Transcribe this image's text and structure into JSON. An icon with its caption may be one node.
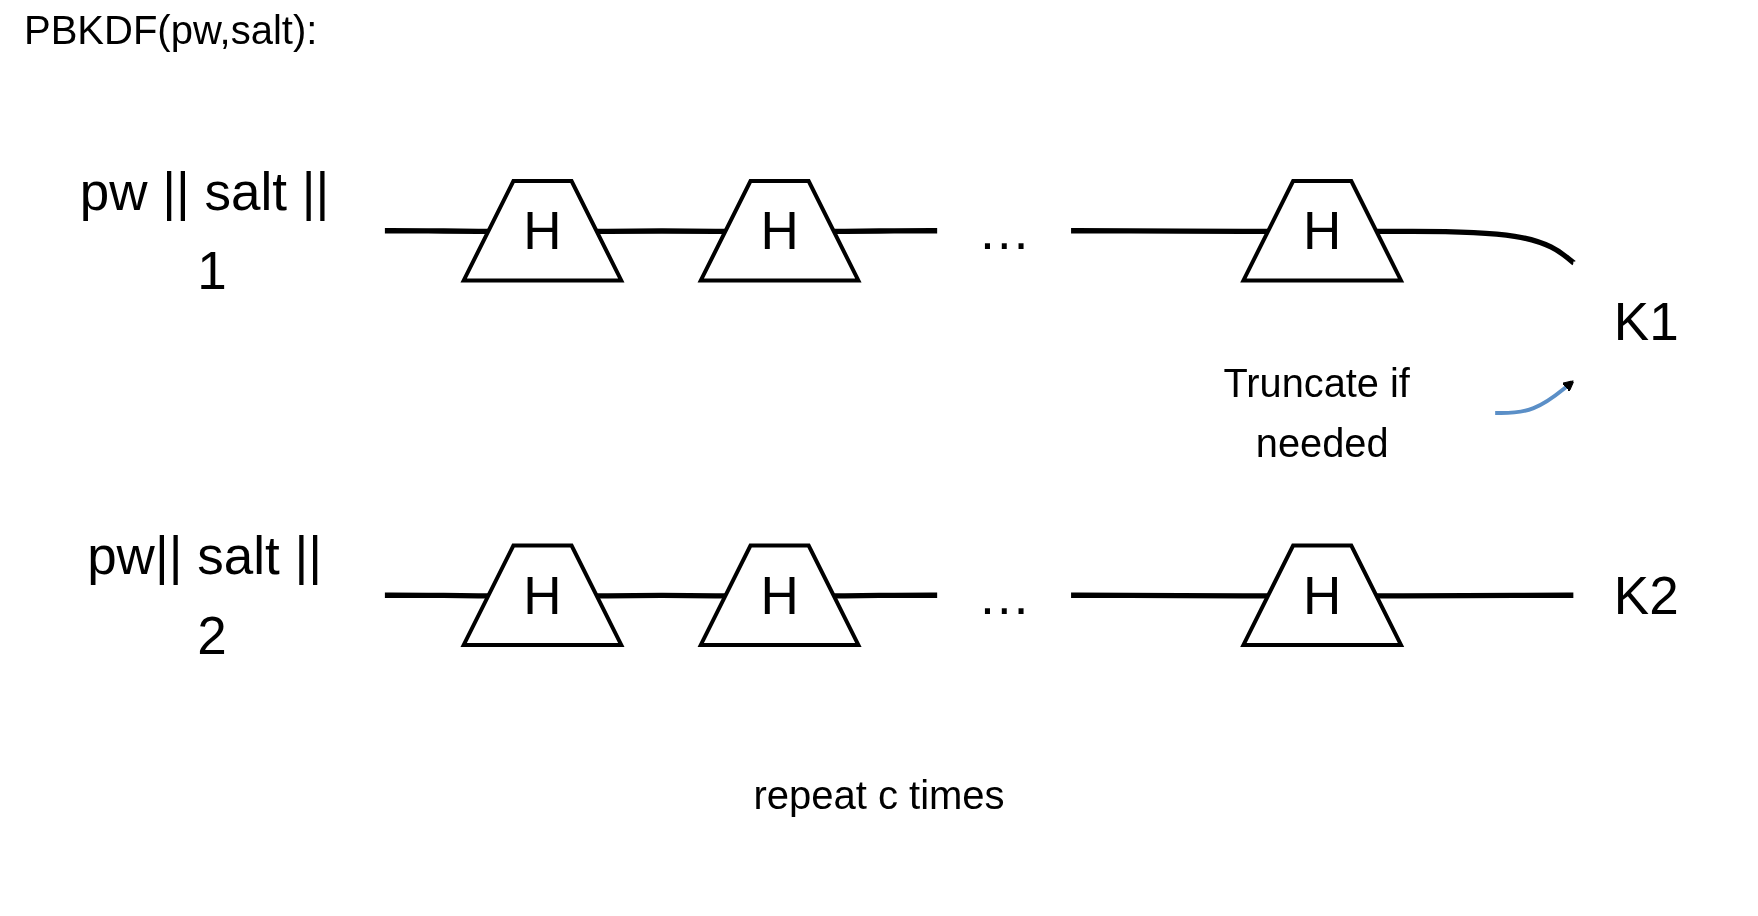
{
  "diagram": {
    "title": "PBKDF(pw,salt):",
    "nodes": [
      {
        "text": [
          "pw || salt || 1"
        ]
      },
      {
        "text": [
          "H"
        ]
      },
      {
        "text": [
          "H"
        ]
      },
      {
        "text": [
          "…"
        ]
      },
      {
        "text": [
          "H"
        ]
      },
      {
        "text": [
          "K1"
        ]
      },
      {
        "text": [
          "pw|| salt || 2"
        ]
      },
      {
        "text": [
          "H"
        ]
      },
      {
        "text": [
          "H"
        ]
      },
      {
        "text": [
          "…"
        ]
      },
      {
        "text": [
          "H"
        ]
      },
      {
        "text": [
          "K2"
        ]
      },
      {
        "text": [
          "Truncate if needed"
        ]
      }
    ],
    "edges": [
      {
        "from": 0,
        "to": 1,
        "arrow": "none"
      },
      {
        "from": 1,
        "to": 2,
        "arrow": "none"
      },
      {
        "from": 2,
        "to": 3,
        "arrow": "none"
      },
      {
        "from": 3,
        "to": 4,
        "arrow": "none"
      },
      {
        "from": 4,
        "to": 5,
        "arrow": "none"
      },
      {
        "from": 6,
        "to": 7,
        "arrow": "none"
      },
      {
        "from": 7,
        "to": 8,
        "arrow": "none"
      },
      {
        "from": 8,
        "to": 9,
        "arrow": "none"
      },
      {
        "from": 9,
        "to": 10,
        "arrow": "none"
      },
      {
        "from": 10,
        "to": 11,
        "arrow": "none"
      },
      {
        "from": 12,
        "to": 5,
        "arrow": "to",
        "color": "#5b8fc7"
      }
    ],
    "labels": [
      "repeat c times"
    ]
  }
}
